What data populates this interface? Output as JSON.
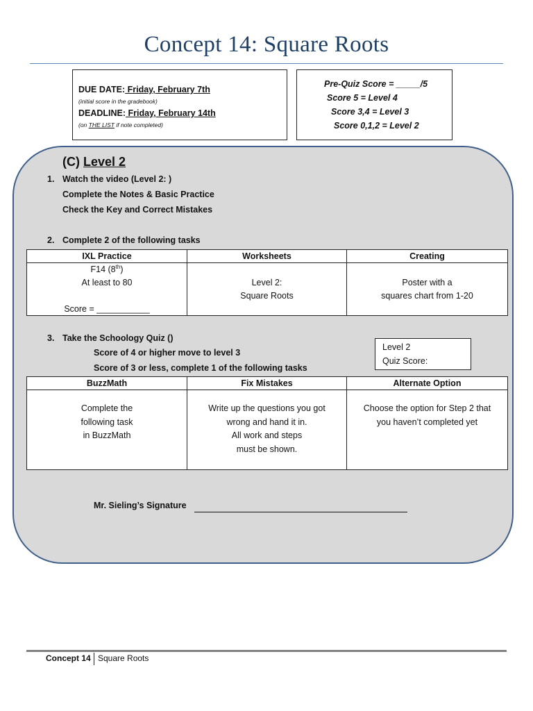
{
  "title": "Concept 14:  Square Roots",
  "due": {
    "due_label": "DUE DATE:",
    "due_value": " Friday, February 7th",
    "due_note": "(initial score in the gradebook)",
    "deadline_label": "DEADLINE:",
    "deadline_value": " Friday, February 14th",
    "deadline_note_pre": "(on ",
    "deadline_note_list": "THE LIST",
    "deadline_note_post": " if note completed)"
  },
  "score": {
    "line1": "Pre-Quiz Score = _____/5",
    "line2": "Score 5 = Level 4",
    "line3": "Score  3,4 = Level 3",
    "line4": "Score 0,1,2 = Level 2"
  },
  "level": {
    "prefix": "(C) ",
    "name": "Level 2"
  },
  "step1": {
    "num": "1.",
    "line1": "Watch the video (Level 2:  )",
    "line2": "Complete the Notes & Basic Practice",
    "line3": "Check the Key and Correct Mistakes"
  },
  "step2": {
    "num": "2.",
    "text": "Complete 2 of the following tasks",
    "headers": [
      "IXL Practice",
      "Worksheets",
      "Creating"
    ],
    "ixl": {
      "line1_pre": "F14 (8",
      "line1_sup": "th",
      "line1_post": ")",
      "line2": "At least to 80",
      "score": "Score = ___________"
    },
    "worksheets": {
      "line1": "Level 2:",
      "line2": "Square Roots"
    },
    "creating": {
      "line1": "Poster with a",
      "line2": "squares chart from 1-20"
    }
  },
  "step3": {
    "num": "3.",
    "text": "Take the Schoology Quiz ()",
    "sub1": "Score of 4 or higher move to level 3",
    "sub2": "Score of 3 or less, complete 1 of the following tasks",
    "quiz_box": {
      "line1": "Level 2",
      "line2": "Quiz Score:"
    },
    "headers": [
      "BuzzMath",
      "Fix Mistakes",
      "Alternate Option"
    ],
    "buzzmath": [
      "Complete the",
      "following task",
      "in BuzzMath"
    ],
    "fix": [
      "Write up the questions you got",
      "wrong and hand it in.",
      "All work and steps",
      "must be shown."
    ],
    "alternate": [
      "Choose the option for Step 2 that",
      "you haven’t completed yet"
    ]
  },
  "signature_label": "Mr. Sieling’s Signature",
  "footer": {
    "left": "Concept 14",
    "right": "Square Roots"
  }
}
